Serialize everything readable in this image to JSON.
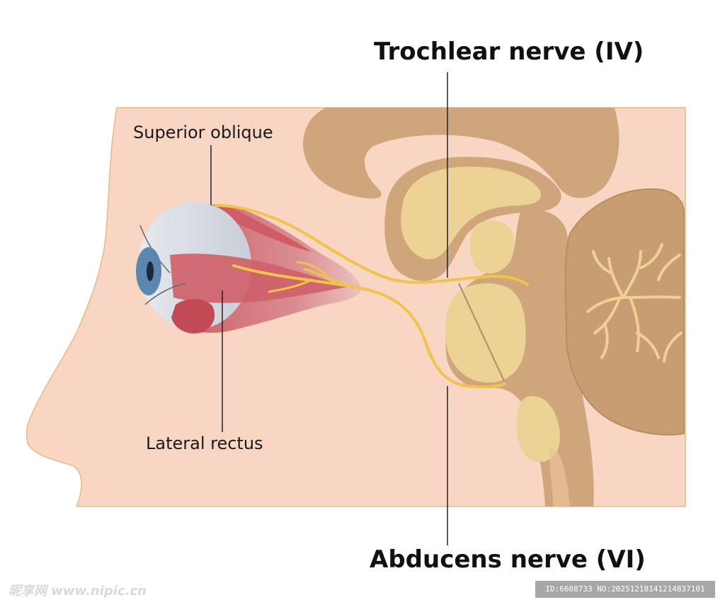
{
  "labels": {
    "trochlear": "Trochlear nerve (IV)",
    "superior_oblique": "Superior oblique",
    "lateral_rectus": "Lateral rectus",
    "abducens": "Abducens nerve (VI)"
  },
  "watermark": {
    "left": "昵享网 www.nipic.cn",
    "id": "ID:6608733 NO:20251218141214837101"
  },
  "colors": {
    "skin": "#f9d5c3",
    "brain": "#cfa67b",
    "brain_light": "#ecd295",
    "muscle": "#c4505a",
    "nerve": "#f0c34d",
    "iris": "#5b86ad"
  }
}
